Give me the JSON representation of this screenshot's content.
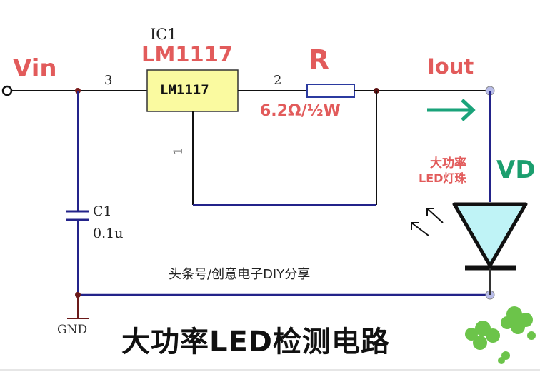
{
  "diagram": {
    "title": "大功率LED检测电路",
    "watermark": "头条号/创意电子DIY分享",
    "labels": {
      "vin": "Vin",
      "ic_ref": "IC1",
      "ic_part_red": "LM1117",
      "ic_box_text": "LM1117",
      "pin3": "3",
      "pin2": "2",
      "pin1": "1",
      "resistor": "R",
      "resistor_value": "6.2Ω/½W",
      "iout": "Iout",
      "led_desc_line1": "大功率",
      "led_desc_line2": "LED灯珠",
      "vd": "VD",
      "cap_ref": "C1",
      "cap_value": "0.1u",
      "gnd": "GND"
    },
    "colors": {
      "red_label": "#e25b5b",
      "wire_blue": "#23238a",
      "ic_fill": "#fafaa0",
      "resistor_outline": "#2b3aa0",
      "arrow_green": "#1aa37a",
      "vd_green": "#1b9e6e",
      "led_fill": "#bff3f6",
      "node_dark": "#6b1a1a",
      "terminal_fill": "#b8bce8"
    }
  }
}
